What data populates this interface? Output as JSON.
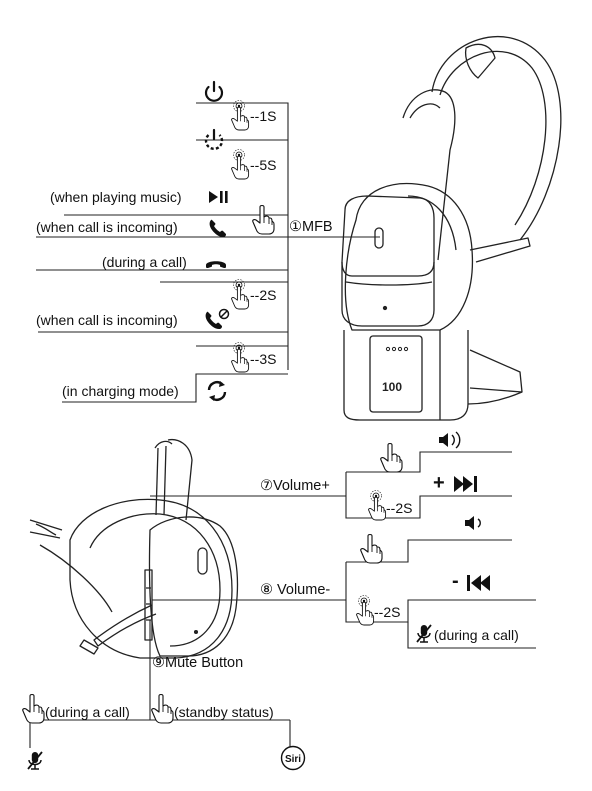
{
  "mfb": {
    "button_label": "①MFB",
    "power_on_duration": "--1S",
    "power_off_duration": "--5S",
    "play_pause_context": "(when playing music)",
    "answer_context": "(when call is incoming)",
    "hangup_context": "(during a call)",
    "reject_duration": "--2S",
    "reject_context": "(when call is incoming)",
    "pairing_duration": "--3S",
    "charging_context": "(in charging mode)"
  },
  "charging_base": {
    "battery_readout": "100"
  },
  "volume_up": {
    "button_label": "⑦Volume+",
    "next_track_duration": "--2S",
    "next_track_symbol": "+"
  },
  "volume_down": {
    "button_label": "⑧ Volume-",
    "prev_track_duration": "--2S",
    "prev_track_symbol": "-",
    "mute_context": "(during a call)"
  },
  "mute": {
    "button_label": "⑨Mute Button",
    "during_call_context": "(during a call)",
    "standby_context": "(standby status)",
    "siri_label": "Siri"
  },
  "icons": {
    "power": "power-icon",
    "power_off": "power-off-icon",
    "play_pause": "play-pause-icon",
    "phone_answer": "phone-answer-icon",
    "phone_hangup": "phone-hangup-icon",
    "phone_reject": "phone-reject-icon",
    "pairing": "pairing-icon",
    "tap": "finger-tap-icon",
    "press": "finger-press-icon",
    "volume_up": "speaker-loud-icon",
    "volume_down": "speaker-quiet-icon",
    "next_track": "next-track-icon",
    "prev_track": "previous-track-icon",
    "mic_muted": "mic-muted-icon",
    "siri": "siri-icon"
  }
}
